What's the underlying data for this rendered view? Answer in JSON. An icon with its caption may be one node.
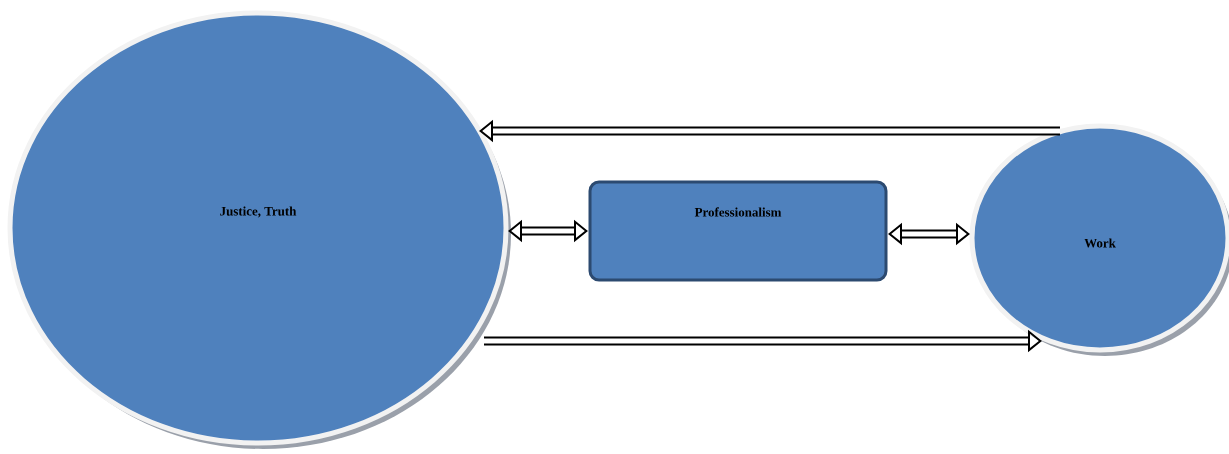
{
  "diagram": {
    "nodes": [
      {
        "text": [
          "Justice, Truth"
        ]
      },
      {
        "text": [
          "Professionalism"
        ]
      },
      {
        "text": [
          "Work"
        ]
      }
    ],
    "edges": [
      {
        "from": 2,
        "to": 0,
        "arrow": "to"
      },
      {
        "from": 0,
        "to": 2,
        "arrow": "to"
      },
      {
        "from": 0,
        "to": 1,
        "arrow": "both"
      },
      {
        "from": 1,
        "to": 2,
        "arrow": "both"
      }
    ]
  }
}
